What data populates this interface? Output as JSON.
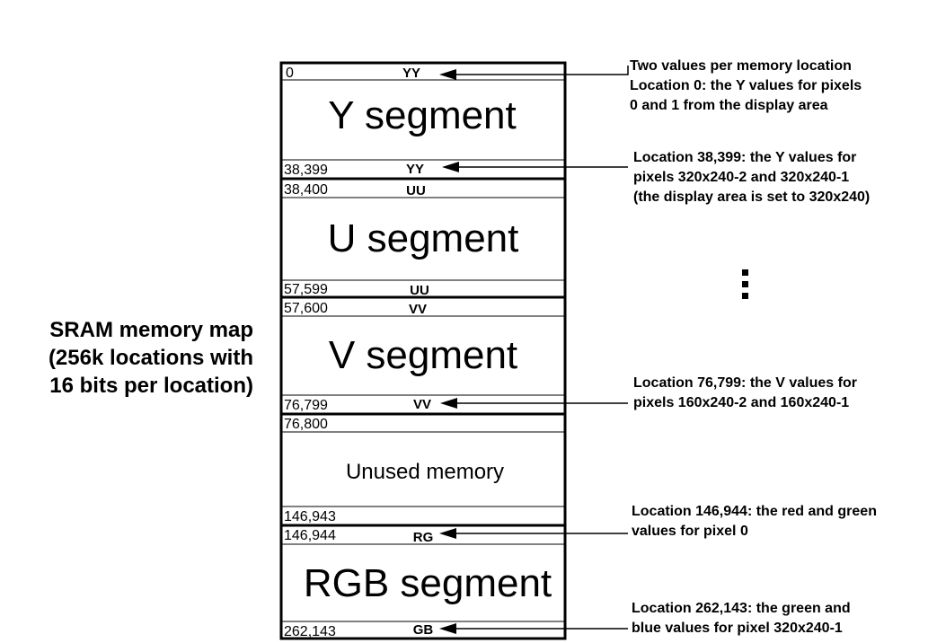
{
  "side_title": [
    "SRAM memory map",
    "(256k locations with",
    "16 bits per location)"
  ],
  "memory_map": {
    "boundaries": [
      {
        "addr": "0",
        "tag": "YY"
      },
      {
        "addr": "38,399",
        "tag": "YY"
      },
      {
        "addr": "38,400",
        "tag": "UU"
      },
      {
        "addr": "57,599",
        "tag": "UU"
      },
      {
        "addr": "57,600",
        "tag": "VV"
      },
      {
        "addr": "76,799",
        "tag": "VV"
      },
      {
        "addr": "76,800",
        "tag": ""
      },
      {
        "addr": "146,943",
        "tag": ""
      },
      {
        "addr": "146,944",
        "tag": "RG"
      },
      {
        "addr": "262,143",
        "tag": "GB"
      }
    ],
    "segments": [
      "Y segment",
      "U segment",
      "V segment",
      "Unused memory",
      "RGB segment"
    ]
  },
  "annotations": [
    {
      "lines": [
        "Two values per memory location",
        "Location 0: the Y values for pixels",
        "0 and 1 from the display area"
      ]
    },
    {
      "lines": [
        "Location 38,399: the Y values for",
        "pixels 320x240-2 and 320x240-1",
        "(the display area is set to 320x240)"
      ]
    },
    {
      "lines": [
        "Location 76,799: the V values for",
        "pixels 160x240-2 and 160x240-1"
      ]
    },
    {
      "lines": [
        "Location 146,944: the red and green",
        "values for pixel 0"
      ]
    },
    {
      "lines": [
        "Location 262,143: the green and",
        "blue values for pixel 320x240-1"
      ]
    }
  ],
  "ellipsis": "⋮"
}
